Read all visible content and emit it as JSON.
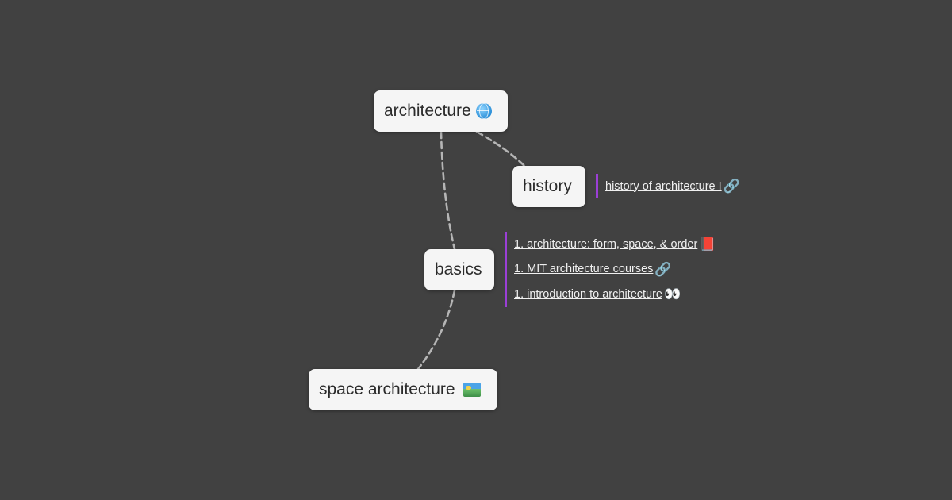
{
  "mindmap": {
    "nodes": {
      "architecture": {
        "label": "architecture",
        "icon": "globe-icon"
      },
      "history": {
        "label": "history"
      },
      "basics": {
        "label": "basics"
      },
      "space_architecture": {
        "label": "space architecture",
        "icon": "map-icon"
      }
    },
    "notes": {
      "history": [
        {
          "text": "history of architecture I ",
          "emoji": "🔗",
          "icon": "link-icon"
        }
      ],
      "basics": [
        {
          "text": "1. architecture: form, space, & order ",
          "emoji": "📕",
          "icon": "book-icon"
        },
        {
          "text": "1. MIT architecture courses ",
          "emoji": "🔗",
          "icon": "link-icon"
        },
        {
          "text": "1. introduction to architecture ",
          "emoji": "👀",
          "icon": "eyes-icon"
        }
      ]
    },
    "colors": {
      "background": "#414141",
      "node_fill": "#f5f5f5",
      "connector": "#b5b5b5",
      "note_bar": "#9b3fd6"
    }
  }
}
